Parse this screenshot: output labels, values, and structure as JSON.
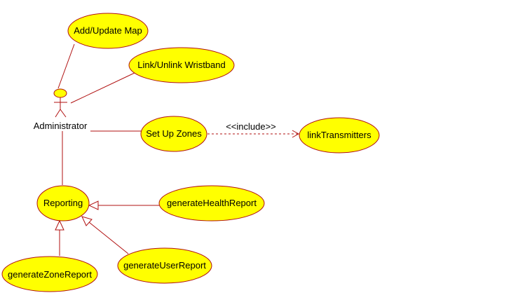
{
  "actor": {
    "name": "Administrator",
    "color_head": "#ffff00",
    "color_line": "#b01010"
  },
  "use_cases": {
    "add_update_map": "Add/Update Map",
    "link_unlink_wristband": "Link/Unlink Wristband",
    "set_up_zones": "Set Up Zones",
    "link_transmitters": "linkTransmitters",
    "reporting": "Reporting",
    "generate_health_report": "generateHealthReport",
    "generate_zone_report": "generateZoneReport",
    "generate_user_report": "generateUserReport"
  },
  "relations": {
    "include_label": "<<include>>"
  },
  "colors": {
    "use_case_fill": "#ffff00",
    "line": "#b01010",
    "background": "#ffffff"
  }
}
